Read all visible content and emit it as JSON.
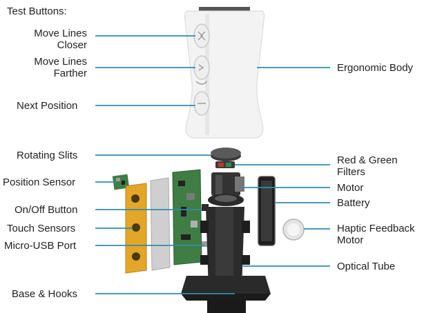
{
  "diagram": {
    "colors": {
      "leader_line": "#2a8fb0",
      "label_text": "#1f1f1f",
      "body_white": "#f4f4f4",
      "tube_dark": "#2b2b2b",
      "board_green": "#3f7d45",
      "sensor_yellow": "#e2a628",
      "filter_red": "#c0392b"
    },
    "labels": {
      "test_buttons": "Test Buttons:",
      "move_closer_1": "Move Lines",
      "move_closer_2": "Closer",
      "move_farther_1": "Move Lines",
      "move_farther_2": "Farther",
      "next_position": "Next Position",
      "ergonomic_body": "Ergonomic Body",
      "rotating_slits": "Rotating Slits",
      "red_green_filters_1": "Red & Green",
      "red_green_filters_2": "Filters",
      "position_sensor": "Position Sensor",
      "motor": "Motor",
      "battery": "Battery",
      "on_off_button": "On/Off Button",
      "touch_sensors": "Touch Sensors",
      "haptic_feedback_motor_1": "Haptic Feedback",
      "haptic_feedback_motor_2": "Motor",
      "micro_usb_port": "Micro-USB Port",
      "optical_tube": "Optical Tube",
      "base_and_hooks": "Base & Hooks"
    }
  }
}
